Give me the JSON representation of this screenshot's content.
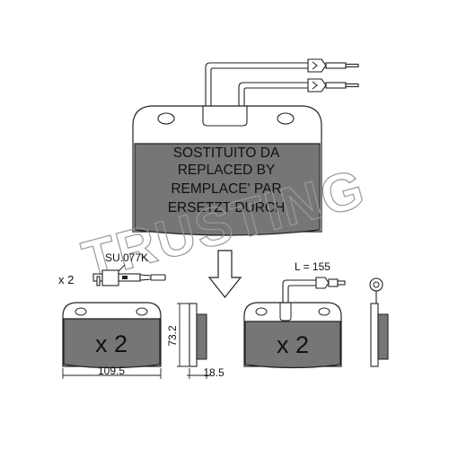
{
  "top_pad": {
    "lines": [
      "SOSTITUITO DA",
      "REPLACED BY",
      "REMPLACE' PAR",
      "ERSETZT DURCH"
    ]
  },
  "watermark": {
    "text": "TRUSTING"
  },
  "sensor": {
    "qty_label": "x 2",
    "code_label": "SU.077K"
  },
  "front_pad": {
    "qty_label": "x 2",
    "width_label": "109.5"
  },
  "side_view": {
    "height_label": "73.2",
    "thickness_label": "18.5"
  },
  "rear_pad": {
    "qty_label": "x 2",
    "wire_label": "L = 155"
  },
  "colors": {
    "pad_fill": "#767676",
    "line": "#222222",
    "watermark": "#999999",
    "background": "#ffffff"
  }
}
